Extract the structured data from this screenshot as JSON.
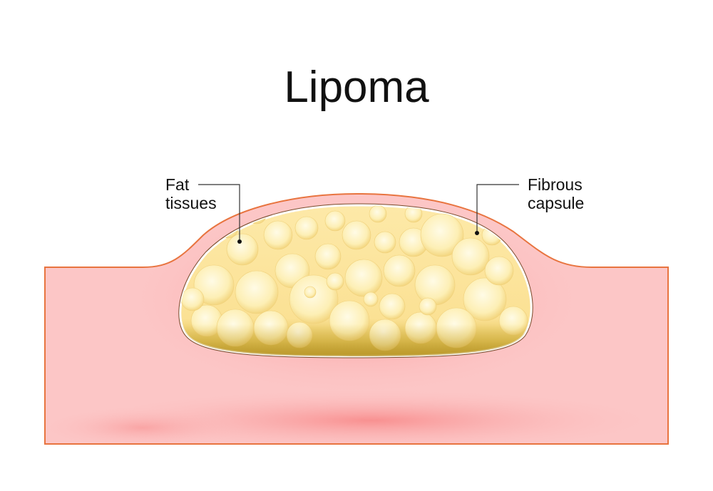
{
  "diagram": {
    "title": "Lipoma",
    "labels": {
      "fat_tissues": {
        "line1": "Fat",
        "line2": "tissues"
      },
      "fibrous_capsule": {
        "line1": "Fibrous",
        "line2": "capsule"
      }
    },
    "colors": {
      "skin_fill": "#fcc6c6",
      "skin_inflamed": "#f98585",
      "skin_outline": "#e8743f",
      "capsule_ring": "#f4a09a",
      "capsule_inner_line": "#ffffff",
      "fat_light": "#fff5c8",
      "fat_mid": "#fbe39a",
      "fat_dark": "#c8a735",
      "leader_line": "#333333"
    }
  }
}
